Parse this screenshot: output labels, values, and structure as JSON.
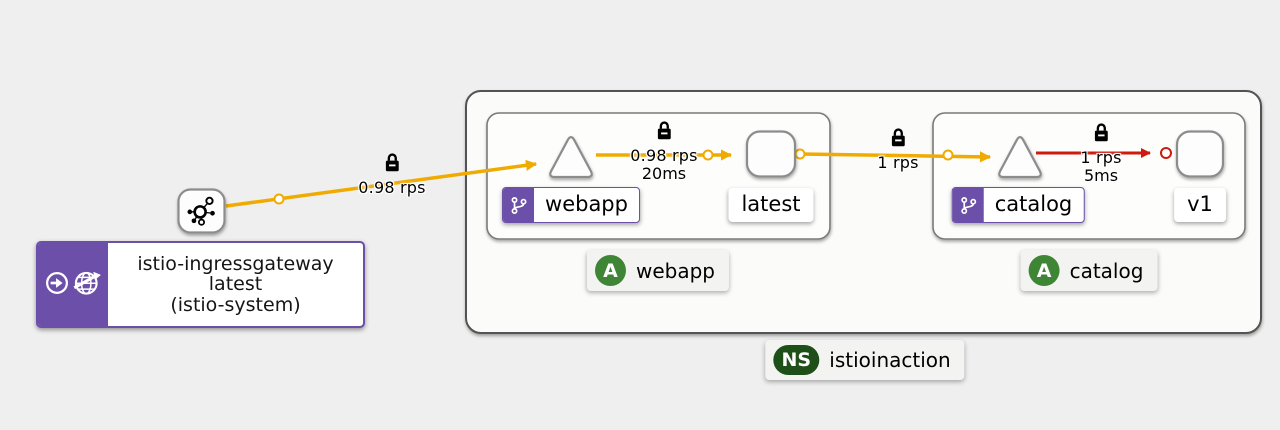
{
  "colors": {
    "canvas_bg": "#efefef",
    "edge_warning": "#f0ab00",
    "edge_danger": "#cd1c0d",
    "purple": "#6b4fa8",
    "app_badge_green": "#3e8635",
    "ns_badge_green": "#1e4f18"
  },
  "gateway": {
    "line1": "istio-ingressgateway",
    "line2": "latest",
    "line3": "(istio-system)"
  },
  "nodes": {
    "webapp_service": "webapp",
    "webapp_workload": "latest",
    "catalog_service": "catalog",
    "catalog_workload": "v1"
  },
  "edges": {
    "gateway_to_webapp": {
      "rate": "0.98 rps"
    },
    "webapp_to_latest": {
      "rate": "0.98 rps",
      "latency": "20ms"
    },
    "latest_to_catalog": {
      "rate": "1 rps"
    },
    "catalog_to_v1": {
      "rate": "1 rps",
      "latency": "5ms"
    }
  },
  "badges": {
    "webapp_app": {
      "type": "A",
      "label": "webapp"
    },
    "catalog_app": {
      "type": "A",
      "label": "catalog"
    },
    "namespace": {
      "type": "NS",
      "label": "istioinaction"
    }
  },
  "icons": {
    "gateway_node": "mesh-icon",
    "traffic_source": "arrow-circle-right-icon",
    "gateway": "globe-arrow-icon",
    "virtual_service": "code-branch-icon",
    "mtls": "lock-icon"
  }
}
